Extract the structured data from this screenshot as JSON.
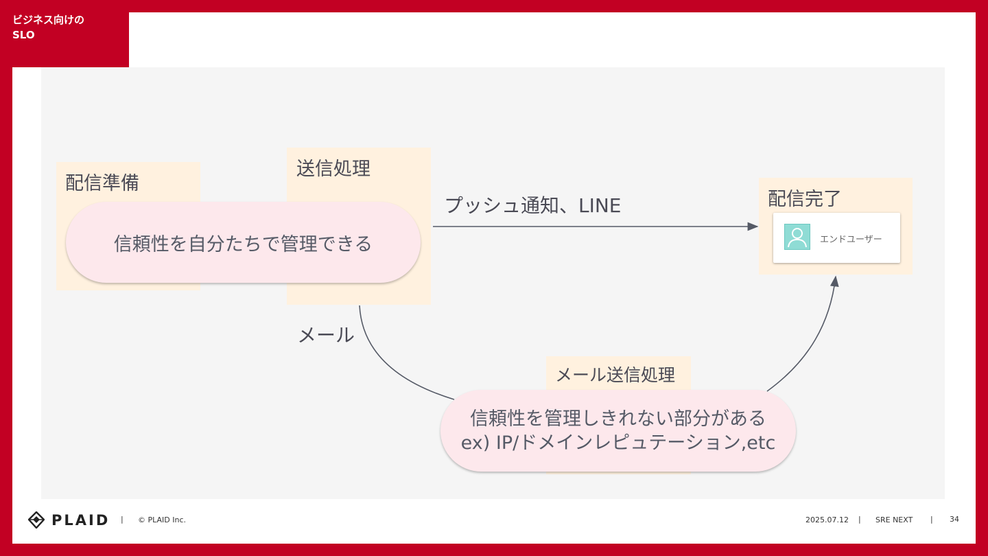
{
  "section": {
    "title_line1": "ビジネス向けの",
    "title_line2": "SLO"
  },
  "diagram": {
    "prep_box": {
      "title": "配信準備"
    },
    "send_box": {
      "title": "送信処理"
    },
    "reliable_pill": {
      "text": "信頼性を自分たちで管理できる"
    },
    "push_label": "プッシュ通知、LINE",
    "done_box": {
      "title": "配信完了"
    },
    "end_user": {
      "label": "エンドユーザー"
    },
    "mail_label": "メール",
    "mail_box": {
      "title": "メール送信処理"
    },
    "unmanaged_pill": {
      "line1": "信頼性を管理しきれない部分がある",
      "line2": "ex) IP/ドメインレピュテーション,etc"
    }
  },
  "footer": {
    "brand": "PLAID",
    "copyright": "© PLAID Inc.",
    "date": "2025.07.12",
    "event": "SRE NEXT",
    "page": "34",
    "separator": "|"
  },
  "colors": {
    "brand_red": "#c20023",
    "box_fill": "#fff1df",
    "pill_fill": "#fde8ec",
    "canvas": "#f5f5f5",
    "avatar": "#8fdcd5"
  }
}
